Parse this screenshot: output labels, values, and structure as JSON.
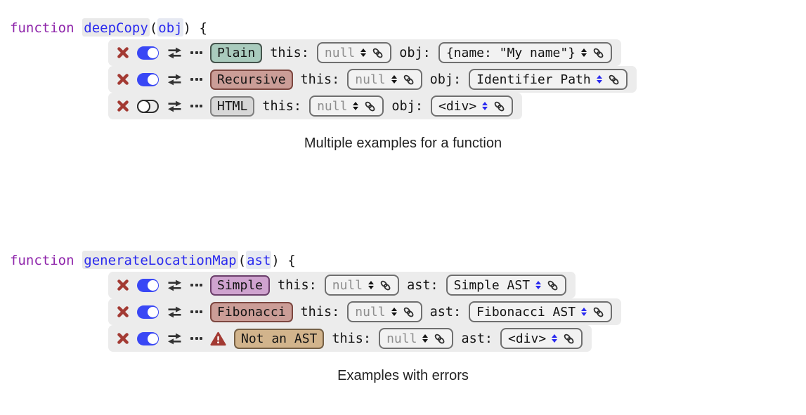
{
  "colors": {
    "keyword_purple": "#8e24aa",
    "identifier_blue": "#2a2aef",
    "toggle_blue": "#3947f5",
    "delete_red": "#a33a33",
    "warning_red": "#a33a33",
    "muted_value_gray": "#8e8e8e",
    "row_background": "#ececec",
    "stepper_black": "#141414",
    "stepper_blue": "#2a2af0"
  },
  "icons": {
    "remove_example": "x-icon",
    "enabled_switch": "toggle-switch",
    "swap": "swap-arrows-icon",
    "more": "ellipsis-icon",
    "error": "warning-triangle-icon",
    "value_stepper": "up-down-stepper-icon",
    "value_link": "chain-link-icon"
  },
  "blocks": [
    {
      "signature": {
        "keyword": "function",
        "name": "deepCopy",
        "paren_open": "(",
        "param": "obj",
        "paren_close": ") {"
      },
      "caption": "Multiple examples for a function",
      "rows": [
        {
          "example_name": "Plain",
          "badge_bg": "#a9cbbd",
          "badge_border": "#44534c",
          "enabled": true,
          "warning": false,
          "this_label": "this:",
          "this_value": "null",
          "this_value_muted": true,
          "this_stepper_color": "#141414",
          "arg_label": "obj:",
          "arg_value": "{name: \"My name\"}",
          "arg_value_muted": false,
          "arg_stepper_color": "#141414"
        },
        {
          "example_name": "Recursive",
          "badge_bg": "#cb9d97",
          "badge_border": "#7c4740",
          "enabled": true,
          "warning": false,
          "this_label": "this:",
          "this_value": "null",
          "this_value_muted": true,
          "this_stepper_color": "#141414",
          "arg_label": "obj:",
          "arg_value": "Identifier Path",
          "arg_value_muted": false,
          "arg_stepper_color": "#2a2af0"
        },
        {
          "example_name": "HTML",
          "badge_bg": "#d7d7d7",
          "badge_border": "#808080",
          "enabled": false,
          "warning": false,
          "this_label": "this:",
          "this_value": "null",
          "this_value_muted": true,
          "this_stepper_color": "#141414",
          "arg_label": "obj:",
          "arg_value": "<div>",
          "arg_value_muted": false,
          "arg_stepper_color": "#2a2af0"
        }
      ]
    },
    {
      "signature": {
        "keyword": "function",
        "name": "generateLocationMap",
        "paren_open": "(",
        "param": "ast",
        "paren_close": ") {"
      },
      "caption": "Examples with errors",
      "rows": [
        {
          "example_name": "Simple",
          "badge_bg": "#cfa3cf",
          "badge_border": "#6b3f6b",
          "enabled": true,
          "warning": false,
          "this_label": "this:",
          "this_value": "null",
          "this_value_muted": true,
          "this_stepper_color": "#141414",
          "arg_label": "ast:",
          "arg_value": "Simple AST",
          "arg_value_muted": false,
          "arg_stepper_color": "#2a2af0"
        },
        {
          "example_name": "Fibonacci",
          "badge_bg": "#cb9d97",
          "badge_border": "#7c4740",
          "enabled": true,
          "warning": false,
          "this_label": "this:",
          "this_value": "null",
          "this_value_muted": true,
          "this_stepper_color": "#141414",
          "arg_label": "ast:",
          "arg_value": "Fibonacci AST",
          "arg_value_muted": false,
          "arg_stepper_color": "#2a2af0"
        },
        {
          "example_name": "Not an AST",
          "badge_bg": "#d2b48c",
          "badge_border": "#756046",
          "enabled": true,
          "warning": true,
          "this_label": "this:",
          "this_value": "null",
          "this_value_muted": true,
          "this_stepper_color": "#141414",
          "arg_label": "ast:",
          "arg_value": "<div>",
          "arg_value_muted": false,
          "arg_stepper_color": "#2a2af0"
        }
      ]
    }
  ]
}
